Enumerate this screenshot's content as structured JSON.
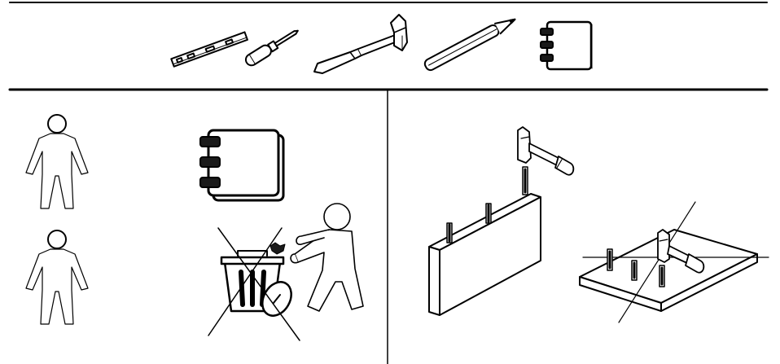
{
  "diagram": {
    "tools": [
      {
        "name": "spirit-level",
        "icon": "spirit-level-icon"
      },
      {
        "name": "screwdriver",
        "icon": "screwdriver-icon"
      },
      {
        "name": "hammer",
        "icon": "hammer-icon"
      },
      {
        "name": "pencil",
        "icon": "pencil-icon"
      },
      {
        "name": "manual",
        "icon": "manual-icon"
      }
    ],
    "colors": {
      "ink": "#000000",
      "paper": "#ffffff",
      "manual_fill": "#ffffff",
      "binder": "#1a1a1a"
    }
  }
}
